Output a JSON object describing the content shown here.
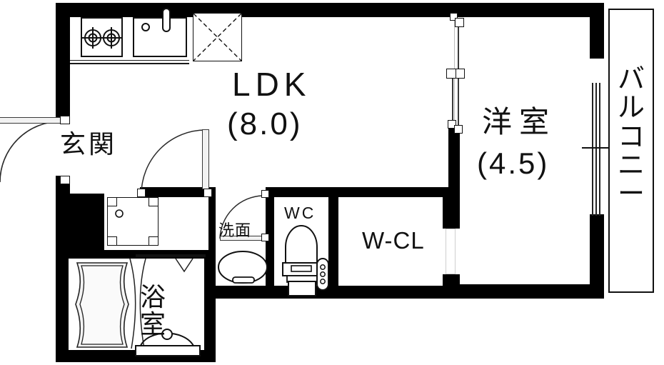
{
  "plan": {
    "type": "japanese-apartment-floor-plan",
    "layout_code": "1LDK",
    "rooms": [
      {
        "id": "ldk",
        "name": "LDK",
        "area_text": "(8.0)",
        "area_jo": 8.0,
        "script": "latin"
      },
      {
        "id": "washitsu",
        "name": "洋室",
        "area_text": "(4.5)",
        "area_jo": 4.5,
        "script": "japanese"
      },
      {
        "id": "genkan",
        "name": "玄関",
        "area_text": "",
        "script": "japanese"
      },
      {
        "id": "yokushitsu",
        "name": "浴室",
        "area_text": "",
        "script": "japanese"
      },
      {
        "id": "senmen",
        "name": "洗面",
        "area_text": "",
        "script": "japanese"
      },
      {
        "id": "wc",
        "name": "WC",
        "area_text": "",
        "script": "latin"
      },
      {
        "id": "wcl",
        "name": "W-CL",
        "area_text": "",
        "script": "latin"
      },
      {
        "id": "balcony",
        "name": "バルコニー",
        "area_text": "",
        "script": "japanese",
        "orientation": "vertical"
      }
    ],
    "balcony_chars": [
      "バ",
      "ル",
      "コ",
      "ニ",
      "ー"
    ],
    "fixtures": [
      {
        "id": "gas-stove",
        "label": "2-burner gas stove"
      },
      {
        "id": "kitchen-sink",
        "label": "kitchen sink with faucet"
      },
      {
        "id": "refrigerator-space",
        "label": "refrigerator space"
      },
      {
        "id": "washer-pan",
        "label": "washing machine pan"
      },
      {
        "id": "bathtub",
        "label": "bathtub"
      },
      {
        "id": "bath-vanity",
        "label": "bath vanity and shower"
      },
      {
        "id": "washbasin",
        "label": "washbasin"
      },
      {
        "id": "toilet",
        "label": "western toilet"
      }
    ],
    "doors": [
      {
        "id": "entrance-door",
        "type": "hinged-swing-out"
      },
      {
        "id": "ldk-hall-door",
        "type": "hinged"
      },
      {
        "id": "senmen-door",
        "type": "hinged"
      },
      {
        "id": "bath-door",
        "type": "folding"
      },
      {
        "id": "bedroom-sliding-door",
        "type": "sliding"
      },
      {
        "id": "balcony-sliding-door",
        "type": "sliding-glass"
      },
      {
        "id": "wcl-opening",
        "type": "opening"
      }
    ],
    "colors": {
      "wall": "#000000",
      "floor": "#ffffff",
      "text": "#111111",
      "fixture_outline": "#111111",
      "tub_fill": "#f4f4f4"
    }
  }
}
